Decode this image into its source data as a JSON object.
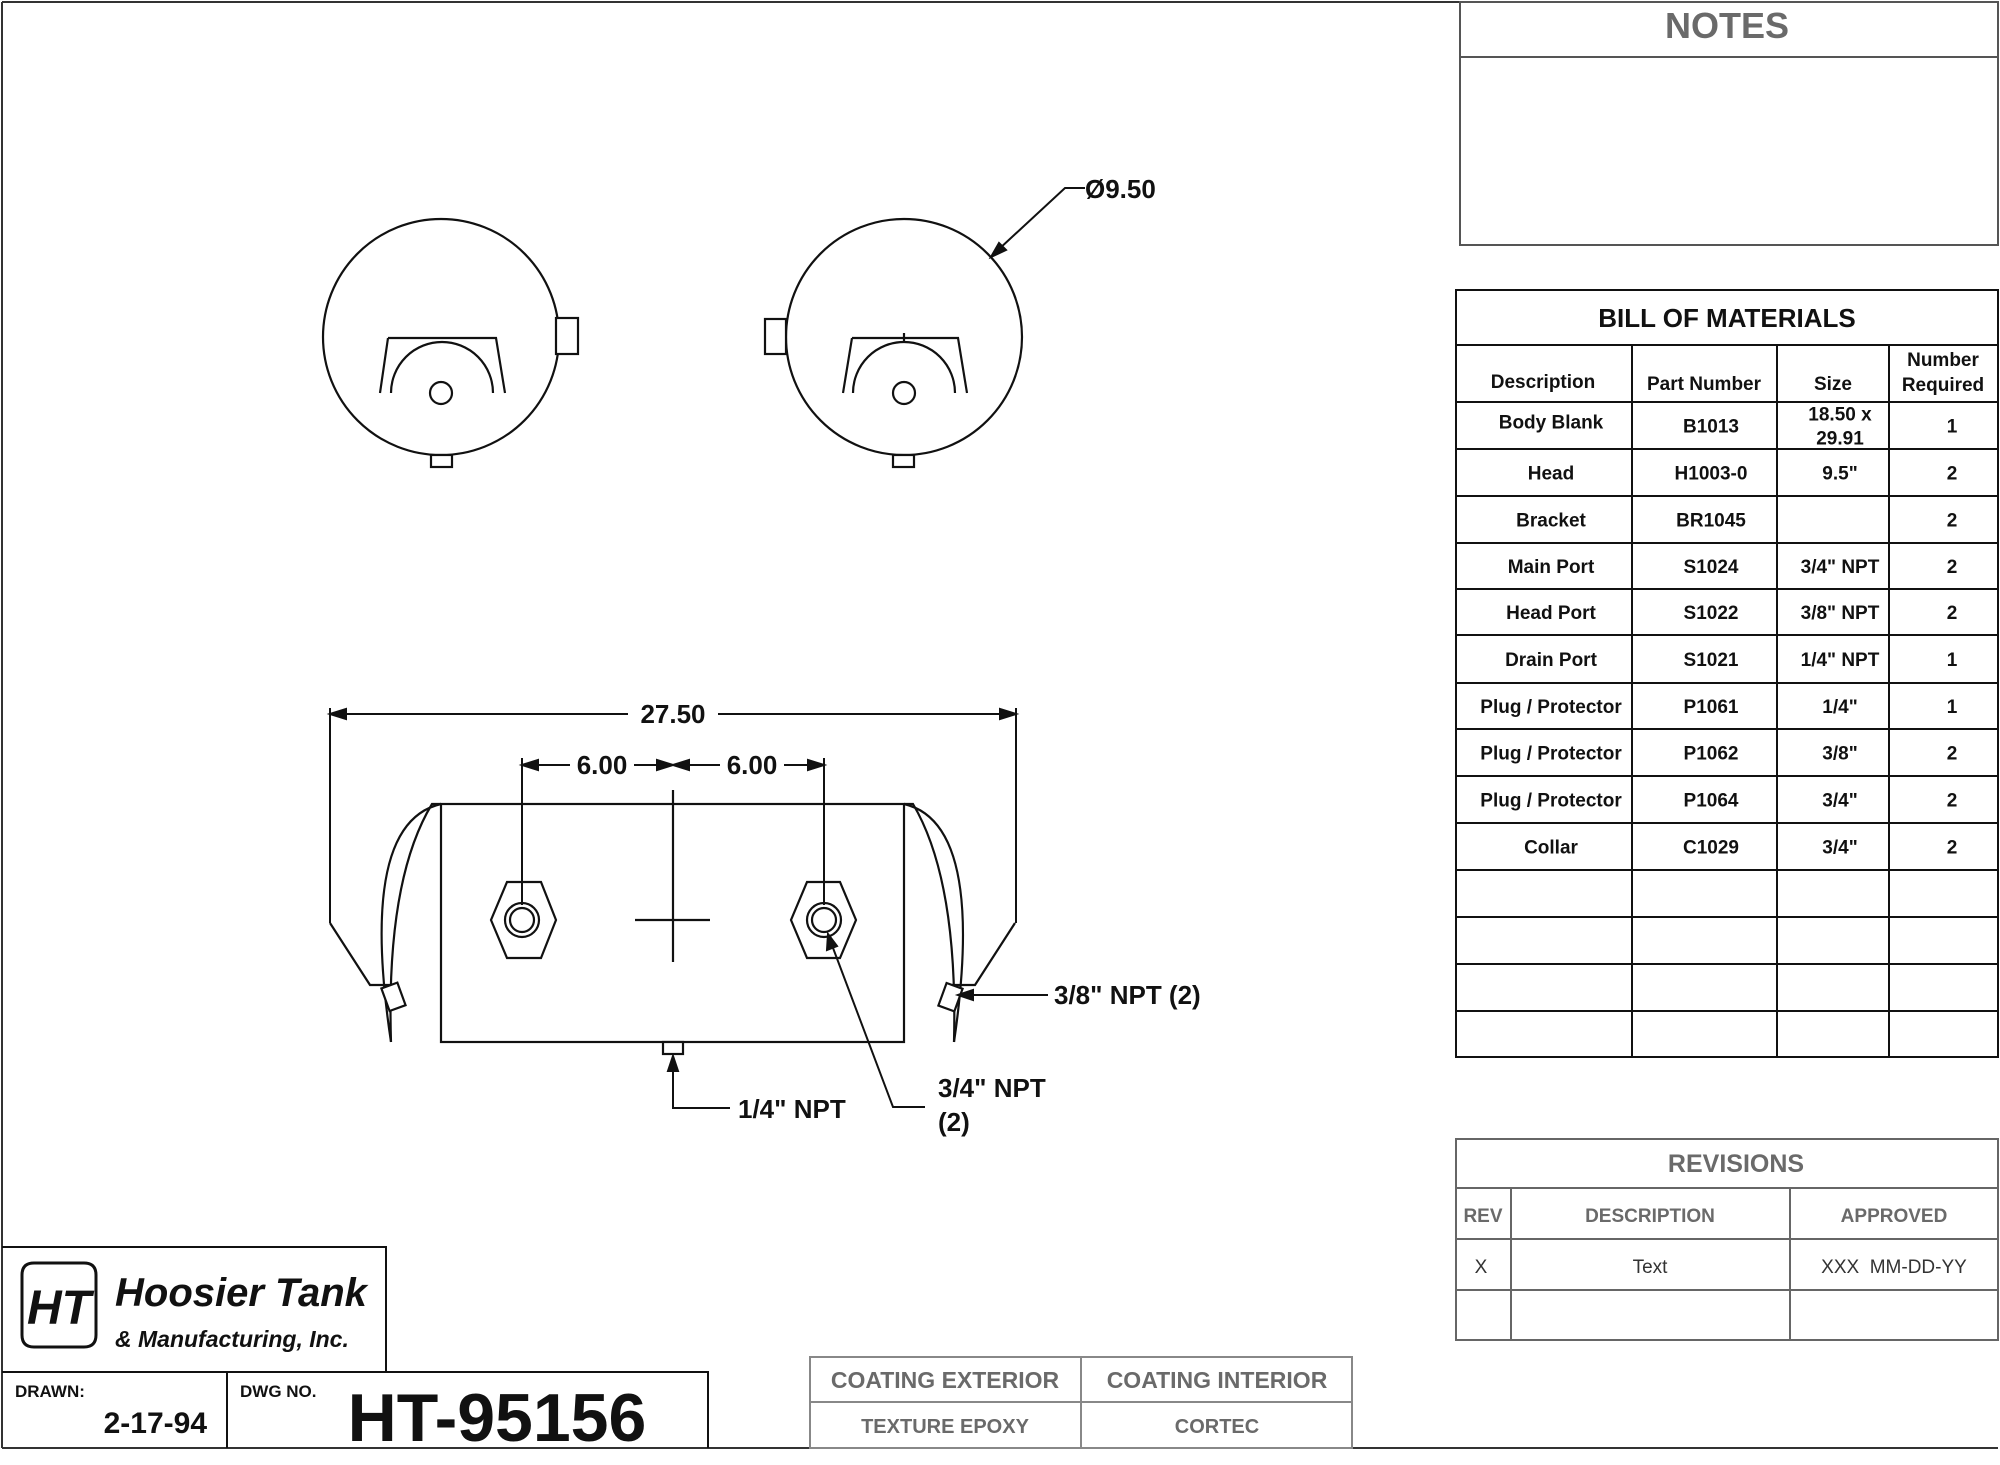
{
  "drawing": {
    "dimensions": {
      "diameter": "Ø9.50",
      "overall_length": "27.50",
      "left_offset": "6.00",
      "right_offset": "6.00"
    },
    "callouts": {
      "head_port": "3/8\" NPT  (2)",
      "drain_port": "1/4\" NPT",
      "main_port_line1": "3/4\" NPT",
      "main_port_line2": "(2)"
    }
  },
  "notes": {
    "title": "NOTES"
  },
  "bom": {
    "title": "BILL OF MATERIALS",
    "headers": {
      "description": "Description",
      "part": "Part Number",
      "size": "Size",
      "qty_line1": "Number",
      "qty_line2": "Required"
    },
    "rows": [
      {
        "description": "Body Blank",
        "part": "B1013",
        "size_line1": "18.50 x",
        "size_line2": "29.91",
        "qty": "1"
      },
      {
        "description": "Head",
        "part": "H1003-0",
        "size_line1": "9.5\"",
        "size_line2": "",
        "qty": "2"
      },
      {
        "description": "Bracket",
        "part": "BR1045",
        "size_line1": "",
        "size_line2": "",
        "qty": "2"
      },
      {
        "description": "Main Port",
        "part": "S1024",
        "size_line1": "3/4\" NPT",
        "size_line2": "",
        "qty": "2"
      },
      {
        "description": "Head Port",
        "part": "S1022",
        "size_line1": "3/8\" NPT",
        "size_line2": "",
        "qty": "2"
      },
      {
        "description": "Drain Port",
        "part": "S1021",
        "size_line1": "1/4\" NPT",
        "size_line2": "",
        "qty": "1"
      },
      {
        "description": "Plug / Protector",
        "part": "P1061",
        "size_line1": "1/4\"",
        "size_line2": "",
        "qty": "1"
      },
      {
        "description": "Plug / Protector",
        "part": "P1062",
        "size_line1": "3/8\"",
        "size_line2": "",
        "qty": "2"
      },
      {
        "description": "Plug / Protector",
        "part": "P1064",
        "size_line1": "3/4\"",
        "size_line2": "",
        "qty": "2"
      },
      {
        "description": "Collar",
        "part": "C1029",
        "size_line1": "3/4\"",
        "size_line2": "",
        "qty": "2"
      }
    ]
  },
  "revisions": {
    "title": "REVISIONS",
    "headers": {
      "rev": "REV",
      "description": "DESCRIPTION",
      "approved": "APPROVED"
    },
    "rows": [
      {
        "rev": "X",
        "description": "Text",
        "approved": "XXX  MM-DD-YY"
      }
    ]
  },
  "title_block": {
    "logo_monogram": "HT",
    "company_line1": "Hoosier Tank",
    "company_line2": "& Manufacturing, Inc.",
    "drawn_label": "DRAWN:",
    "drawn_value": "2-17-94",
    "dwg_label": "DWG NO.",
    "dwg_value": "HT-95156"
  },
  "coating": {
    "exterior_label": "COATING EXTERIOR",
    "interior_label": "COATING INTERIOR",
    "exterior_value": "TEXTURE EPOXY",
    "interior_value": "CORTEC"
  }
}
